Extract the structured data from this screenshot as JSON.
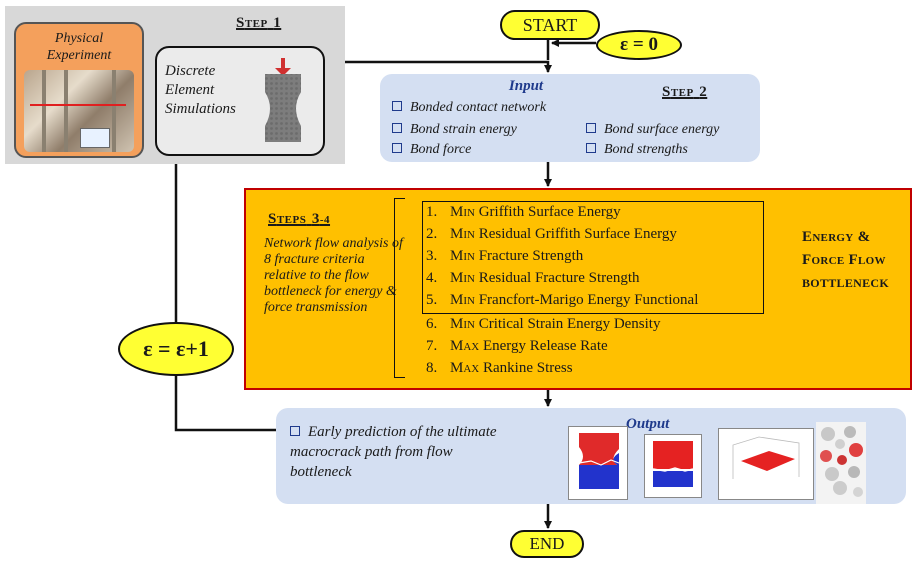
{
  "step1": {
    "title": "Step 1",
    "physical_experiment": "Physical\nExperiment",
    "simulation": "Discrete\nElement\nSimulations"
  },
  "start_label": "START",
  "end_label": "END",
  "epsilon_init": "ε = 0",
  "epsilon_increment": "ε = ε+1",
  "step2": {
    "title": "Step 2",
    "input_title": "Input",
    "items": [
      "Bonded contact network",
      "Bond strain energy",
      "Bond surface energy",
      "Bond force",
      "Bond strengths"
    ]
  },
  "steps34": {
    "title": "Steps 3-4",
    "description": "Network flow analysis of 8 fracture criteria relative to the flow bottleneck for energy & force transmission",
    "criteria": [
      {
        "num": "1.",
        "prefix": "Min",
        "text": "Griffith Surface Energy"
      },
      {
        "num": "2.",
        "prefix": "Min",
        "text": "Residual Griffith Surface Energy"
      },
      {
        "num": "3.",
        "prefix": "Min",
        "text": "Fracture Strength"
      },
      {
        "num": "4.",
        "prefix": "Min",
        "text": "Residual Fracture Strength"
      },
      {
        "num": "5.",
        "prefix": "Min",
        "text": "Francfort-Marigo Energy Functional"
      },
      {
        "num": "6.",
        "prefix": "Min",
        "text": "Critical Strain Energy Density"
      },
      {
        "num": "7.",
        "prefix": "Max",
        "text": "Energy Release Rate"
      },
      {
        "num": "8.",
        "prefix": "Max",
        "text": "Rankine Stress"
      }
    ],
    "bottleneck_line1": "Energy &",
    "bottleneck_line2": "Force Flow",
    "bottleneck_line3": "bottleneck"
  },
  "output": {
    "title": "Output",
    "text": "Early prediction of the ultimate macrocrack path from flow bottleneck"
  },
  "colors": {
    "pill": "#ffff33",
    "step_box": "#d4dff2",
    "orange": "#ffc000",
    "orange_border": "#c00000",
    "step1_bg": "#d8d8d8",
    "accent_blue": "#1f3a8c"
  }
}
